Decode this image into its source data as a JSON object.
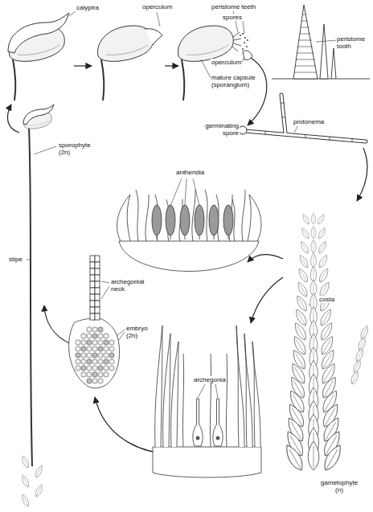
{
  "diagram": {
    "labels": [
      "calyptra",
      "operculum",
      "peristome teeth",
      "spores",
      "peristome tooth",
      "operculum",
      "mature capsule (sporangium)",
      "germinating spore",
      "protonema",
      "sporophyte (2n)",
      "antheridia",
      "costa",
      "archegonial neck",
      "embryo (2n)",
      "archegonia",
      "stipe",
      "gametophyte (n)"
    ]
  }
}
